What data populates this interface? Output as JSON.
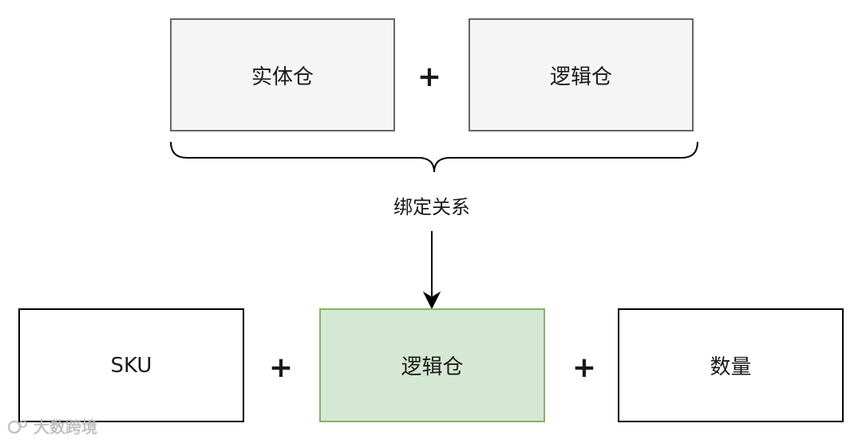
{
  "top_row": {
    "physical_warehouse": "实体仓",
    "plus": "+",
    "logical_warehouse": "逻辑仓"
  },
  "binding_label": "绑定关系",
  "bottom_row": {
    "sku": "SKU",
    "plus1": "+",
    "logical_warehouse": "逻辑仓",
    "plus2": "+",
    "quantity": "数量"
  },
  "watermark": "大数跨境",
  "colors": {
    "gray_fill": "#f5f5f5",
    "gray_stroke": "#666666",
    "green_fill": "#d5e8d4",
    "green_stroke": "#82b366"
  }
}
